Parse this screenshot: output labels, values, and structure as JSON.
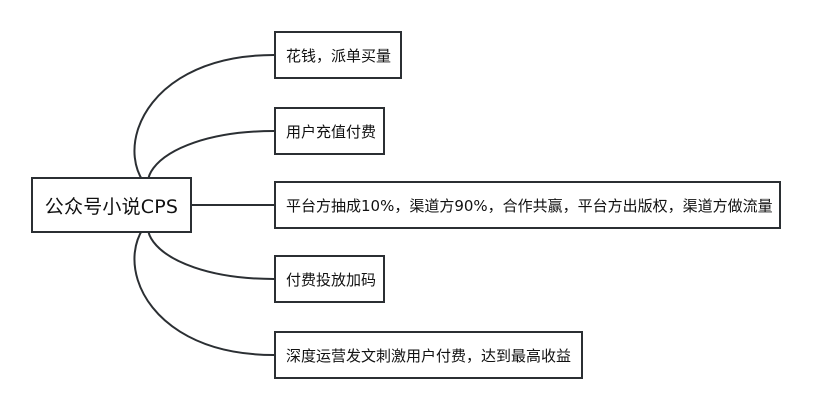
{
  "mindmap": {
    "root": {
      "label": "公众号小说CPS"
    },
    "branches": [
      {
        "label": "花钱，派单买量"
      },
      {
        "label": "用户充值付费"
      },
      {
        "label": "平台方抽成10%，渠道方90%，合作共赢，平台方出版权，渠道方做流量"
      },
      {
        "label": "付费投放加码"
      },
      {
        "label": "深度运营发文刺激用户付费，达到最高收益"
      }
    ]
  },
  "colors": {
    "line": "#2b2f33",
    "border": "#2b2f33",
    "text": "#111111",
    "background": "#ffffff"
  }
}
